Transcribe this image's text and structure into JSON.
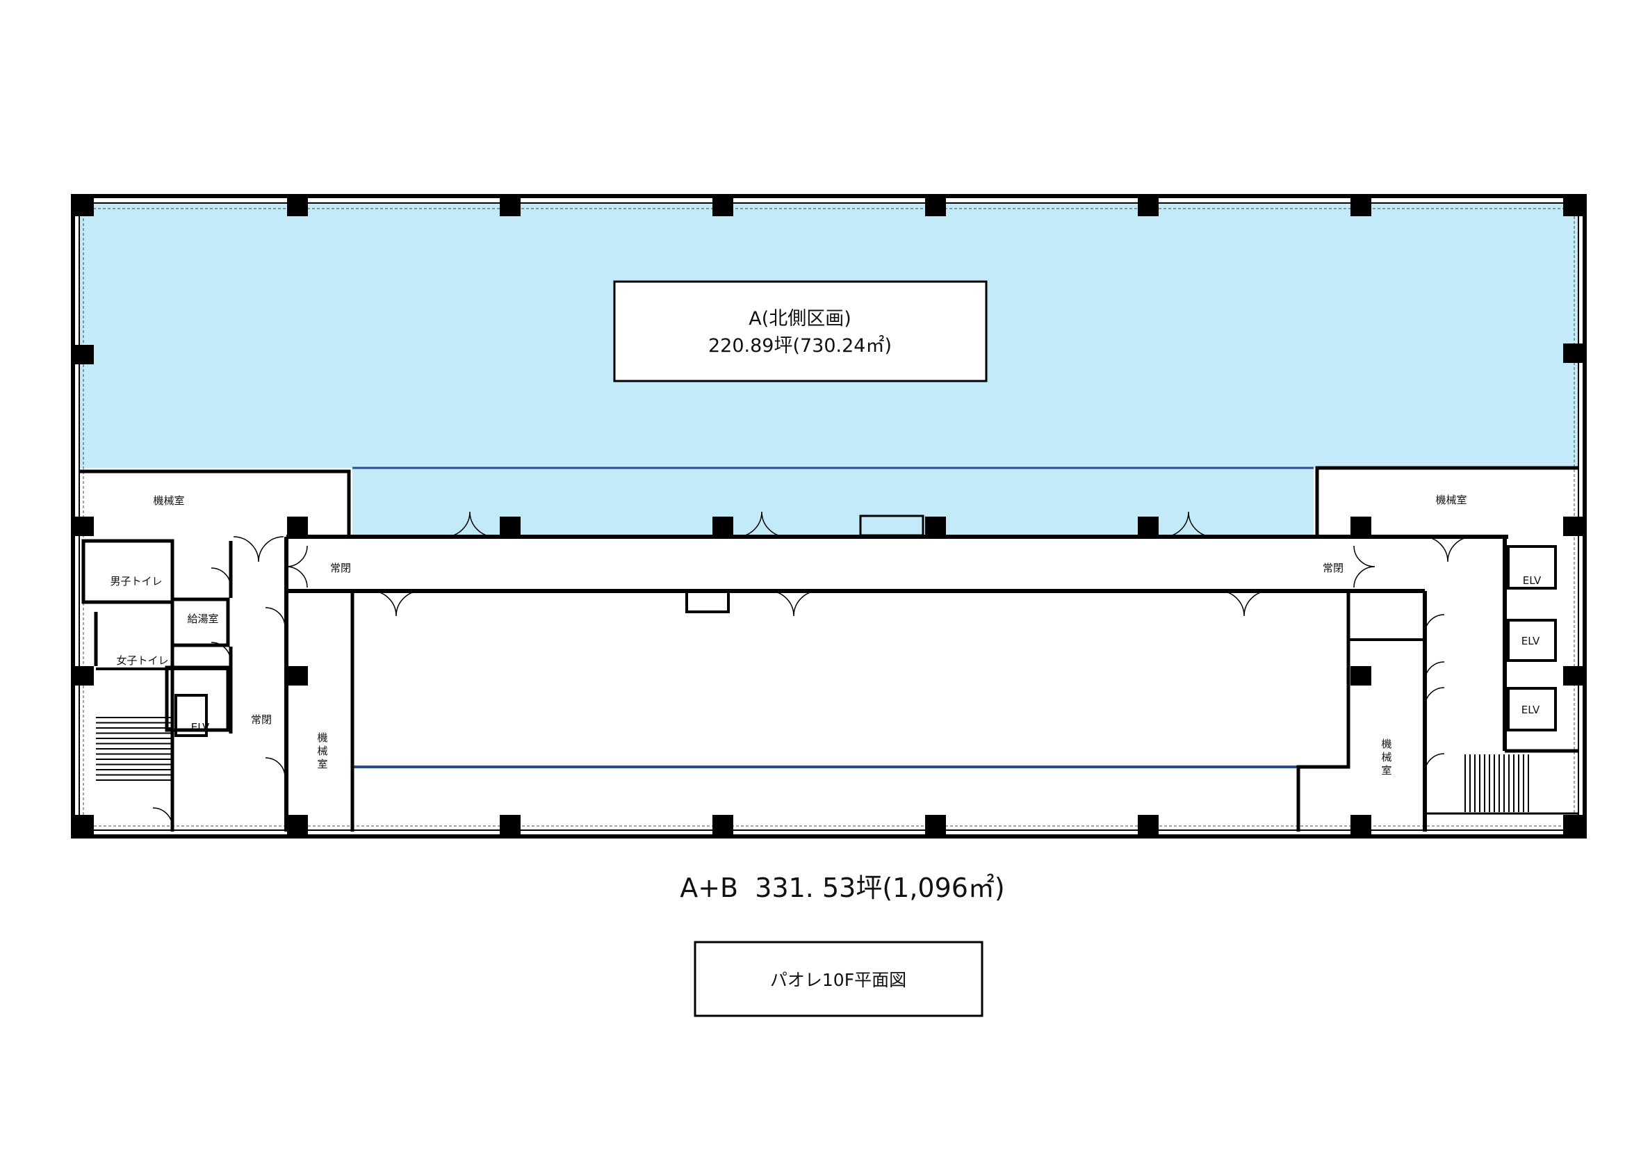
{
  "colors": {
    "tenant_area_a": "#c3eaf8",
    "partition_line": "#2a4a9a",
    "walls": "#000000"
  },
  "area_a": {
    "label_line1": "A(北側区画)",
    "label_line2": "220.89坪(730.24㎡)"
  },
  "rooms": {
    "machine_room_nw": "機械室",
    "machine_room_ne": "機械室",
    "machine_room_w": [
      "機",
      "械",
      "室"
    ],
    "machine_room_e": [
      "機",
      "械",
      "室"
    ],
    "mens_toilet": "男子トイレ",
    "womens_toilet": "女子トイレ",
    "kitchenette": "給湯室",
    "elv_w": "ELV",
    "elv_e1": "ELV",
    "elv_e2": "ELV",
    "elv_e3": "ELV",
    "normally_closed_1": "常閉",
    "normally_closed_2": "常閉",
    "normally_closed_3": "常閉"
  },
  "total": "A+B  331. 53坪(1,096㎡)",
  "title": "パオレ10F平面図"
}
